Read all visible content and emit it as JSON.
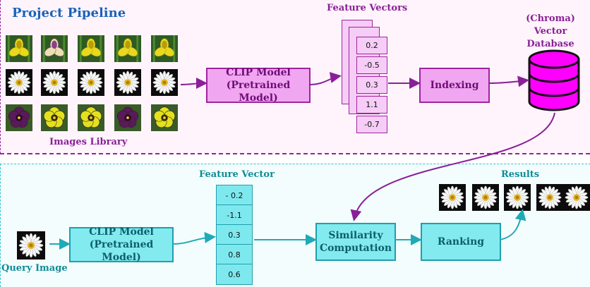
{
  "title": "Project Pipeline",
  "images_library": {
    "label": "Images Library",
    "rows": [
      [
        "iris-yellow",
        "iris-purple",
        "iris-yellow",
        "iris-yellow",
        "iris-yellow"
      ],
      [
        "daisy-white",
        "daisy-white",
        "daisy-white",
        "daisy-white",
        "daisy-white"
      ],
      [
        "pansy-purple",
        "pansy-yellow",
        "pansy-yellow",
        "pansy-purple",
        "pansy-yellow"
      ]
    ]
  },
  "clip_model_top": {
    "line1": "CLIP Model",
    "line2": "(Pretrained Model)"
  },
  "feature_vectors": {
    "label": "Feature Vectors",
    "values": [
      "0.2",
      "-0.5",
      "0.3",
      "1.1",
      "-0.7"
    ]
  },
  "indexing": {
    "label": "Indexing"
  },
  "database": {
    "line1": "(Chroma)",
    "line2": "Vector",
    "line3": "Database"
  },
  "query": {
    "label": "Query Image",
    "image": "daisy-white"
  },
  "clip_model_bottom": {
    "line1": "CLIP Model",
    "line2": "(Pretrained Model)"
  },
  "feature_vector": {
    "label": "Feature Vector",
    "values": [
      "- 0.2",
      "-1.1",
      "0.3",
      "0.8",
      "0.6"
    ]
  },
  "similarity": {
    "line1": "Similarity",
    "line2": "Computation"
  },
  "ranking": {
    "label": "Ranking"
  },
  "results": {
    "label": "Results",
    "images": [
      "daisy-white",
      "daisy-white",
      "daisy-white",
      "daisy-white",
      "daisy-white"
    ]
  },
  "colors": {
    "purple_fill": "#f0a6f0",
    "purple_stroke": "#a1239f",
    "teal_fill": "#83eaf0",
    "teal_stroke": "#1f9fac",
    "title": "#1b63b8",
    "database_fill": "#ff00ff"
  }
}
